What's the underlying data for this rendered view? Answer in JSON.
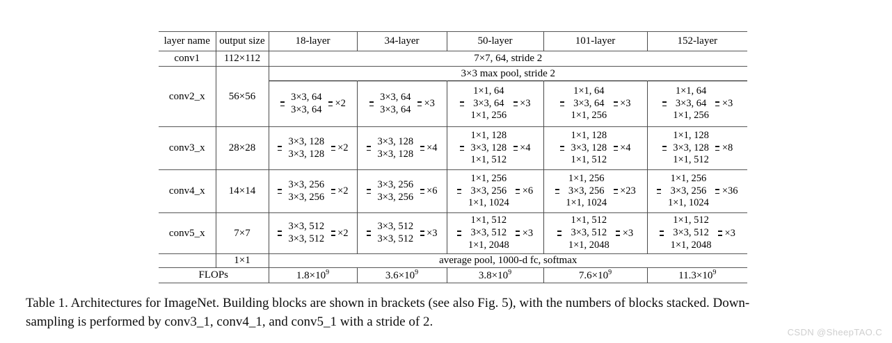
{
  "table": {
    "headers": [
      "layer name",
      "output size",
      "18-layer",
      "34-layer",
      "50-layer",
      "101-layer",
      "152-layer"
    ],
    "conv1": {
      "layer_name": "conv1",
      "output_size": "112×112",
      "spec": "7×7, 64, stride 2"
    },
    "maxpool": {
      "spec": "3×3 max pool, stride 2"
    },
    "conv2_x": {
      "layer_name": "conv2_x",
      "output_size": "56×56",
      "cells": [
        {
          "lines": [
            "3×3, 64",
            "3×3, 64"
          ],
          "mult": "×2"
        },
        {
          "lines": [
            "3×3, 64",
            "3×3, 64"
          ],
          "mult": "×3"
        },
        {
          "lines": [
            "1×1, 64",
            "3×3, 64",
            "1×1, 256"
          ],
          "mult": "×3"
        },
        {
          "lines": [
            "1×1, 64",
            "3×3, 64",
            "1×1, 256"
          ],
          "mult": "×3"
        },
        {
          "lines": [
            "1×1, 64",
            "3×3, 64",
            "1×1, 256"
          ],
          "mult": "×3"
        }
      ]
    },
    "conv3_x": {
      "layer_name": "conv3_x",
      "output_size": "28×28",
      "cells": [
        {
          "lines": [
            "3×3, 128",
            "3×3, 128"
          ],
          "mult": "×2"
        },
        {
          "lines": [
            "3×3, 128",
            "3×3, 128"
          ],
          "mult": "×4"
        },
        {
          "lines": [
            "1×1, 128",
            "3×3, 128",
            "1×1, 512"
          ],
          "mult": "×4"
        },
        {
          "lines": [
            "1×1, 128",
            "3×3, 128",
            "1×1, 512"
          ],
          "mult": "×4"
        },
        {
          "lines": [
            "1×1, 128",
            "3×3, 128",
            "1×1, 512"
          ],
          "mult": "×8"
        }
      ]
    },
    "conv4_x": {
      "layer_name": "conv4_x",
      "output_size": "14×14",
      "cells": [
        {
          "lines": [
            "3×3, 256",
            "3×3, 256"
          ],
          "mult": "×2"
        },
        {
          "lines": [
            "3×3, 256",
            "3×3, 256"
          ],
          "mult": "×6"
        },
        {
          "lines": [
            "1×1, 256",
            "3×3, 256",
            "1×1, 1024"
          ],
          "mult": "×6"
        },
        {
          "lines": [
            "1×1, 256",
            "3×3, 256",
            "1×1, 1024"
          ],
          "mult": "×23"
        },
        {
          "lines": [
            "1×1, 256",
            "3×3, 256",
            "1×1, 1024"
          ],
          "mult": "×36"
        }
      ]
    },
    "conv5_x": {
      "layer_name": "conv5_x",
      "output_size": "7×7",
      "cells": [
        {
          "lines": [
            "3×3, 512",
            "3×3, 512"
          ],
          "mult": "×2"
        },
        {
          "lines": [
            "3×3, 512",
            "3×3, 512"
          ],
          "mult": "×3"
        },
        {
          "lines": [
            "1×1, 512",
            "3×3, 512",
            "1×1, 2048"
          ],
          "mult": "×3"
        },
        {
          "lines": [
            "1×1, 512",
            "3×3, 512",
            "1×1, 2048"
          ],
          "mult": "×3"
        },
        {
          "lines": [
            "1×1, 512",
            "3×3, 512",
            "1×1, 2048"
          ],
          "mult": "×3"
        }
      ]
    },
    "avgpool": {
      "layer_name": "",
      "output_size": "1×1",
      "spec": "average pool, 1000-d fc, softmax"
    },
    "flops": {
      "label": "FLOPs",
      "values": [
        {
          "mantissa": "1.8×10",
          "exp": "9"
        },
        {
          "mantissa": "3.6×10",
          "exp": "9"
        },
        {
          "mantissa": "3.8×10",
          "exp": "9"
        },
        {
          "mantissa": "7.6×10",
          "exp": "9"
        },
        {
          "mantissa": "11.3×10",
          "exp": "9"
        }
      ]
    }
  },
  "caption": {
    "line1": "Table 1. Architectures for ImageNet. Building blocks are shown in brackets (see also Fig. 5), with the numbers of blocks stacked. Down-",
    "line2": "sampling is performed by conv3_1, conv4_1, and conv5_1 with a stride of 2."
  },
  "watermark": {
    "text": "CSDN @SheepTAO.C"
  },
  "colors": {
    "page_background": "#ffffff",
    "text": "#000000",
    "rule": "#555555",
    "watermark": "#cfcfcf"
  }
}
